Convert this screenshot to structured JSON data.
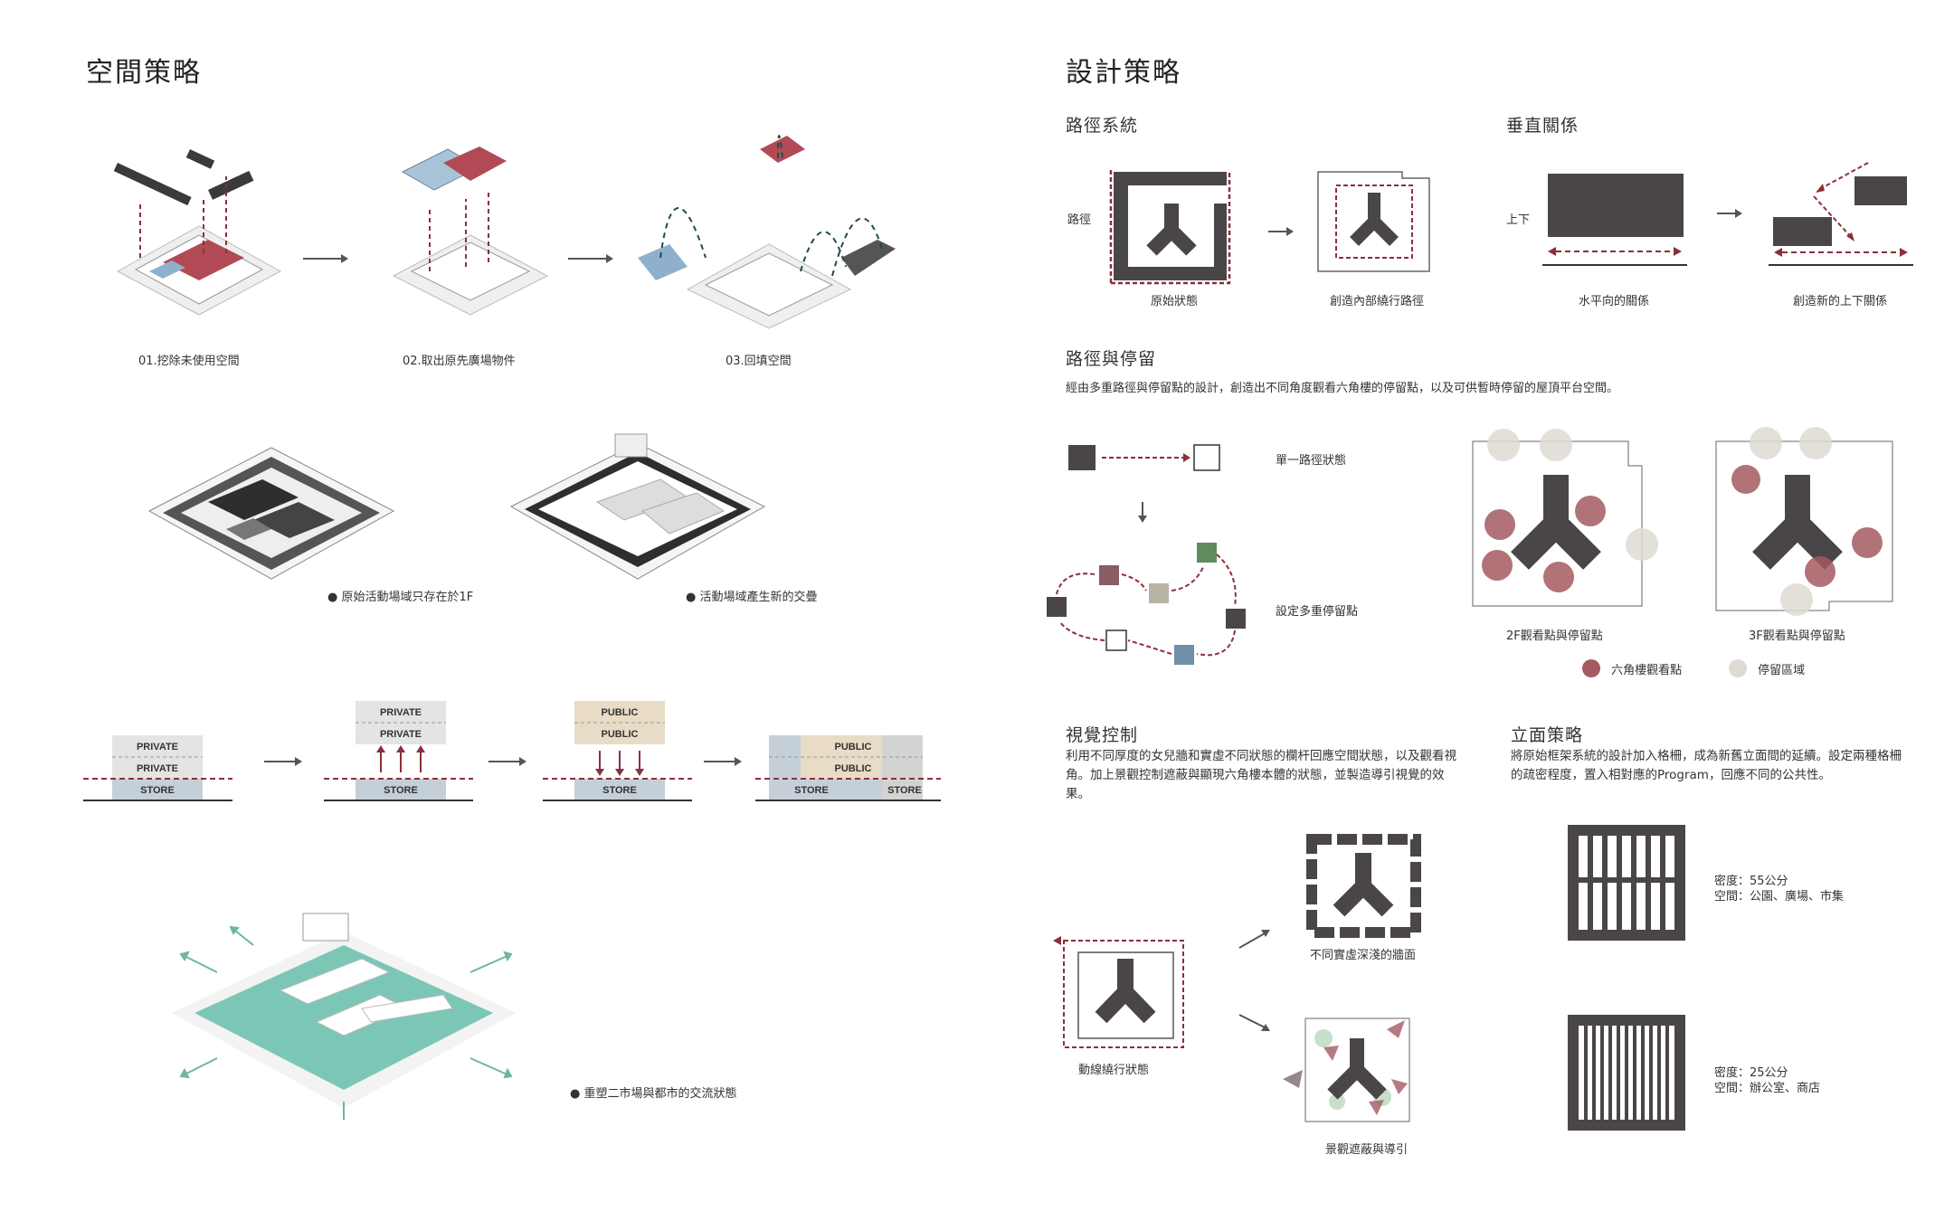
{
  "left": {
    "title": "空間策略",
    "steps": [
      "01.挖除未使用空間",
      "02.取出原先廣場物件",
      "03.回填空間"
    ],
    "bullets": [
      "原始活動場域只存在於1F",
      "活動場域產生新的交疊"
    ],
    "layers": {
      "private": "PRIVATE",
      "public": "PUBLIC",
      "store": "STORE"
    },
    "exchange_caption": "重塑二市場與都市的交流狀態"
  },
  "right": {
    "title": "設計策略",
    "path_system": {
      "heading": "路徑系統",
      "side_label": "路徑",
      "captions": [
        "原始狀態",
        "創造內部繞行路徑"
      ]
    },
    "vertical": {
      "heading": "垂直關係",
      "side_label": "上下",
      "captions": [
        "水平向的關係",
        "創造新的上下關係"
      ]
    },
    "path_stay": {
      "heading": "路徑與停留",
      "text": "經由多重路徑與停留點的設計，創造出不同角度觀看六角樓的停留點，以及可供暫時停留的屋頂平台空間。",
      "single_label": "單一路徑狀態",
      "multi_label": "設定多重停留點",
      "floor_captions": [
        "2F觀看點與停留點",
        "3F觀看點與停留點"
      ],
      "legend": [
        "六角樓觀看點",
        "停留區域"
      ]
    },
    "visual": {
      "heading": "視覺控制",
      "text": "利用不同厚度的女兒牆和實虛不同狀態的欄杆回應空間狀態，以及觀看視角。加上景觀控制遮蔽與顯現六角樓本體的狀態，並製造導引視覺的效果。",
      "captions": [
        "動線繞行狀態",
        "不同實虛深淺的牆面",
        "景觀遮蔽與導引"
      ]
    },
    "facade": {
      "heading": "立面策略",
      "text": "將原始框架系統的設計加入格柵，成為新舊立面間的延續。設定兩種格柵的疏密程度，置入相對應的Program，回應不同的公共性。",
      "grid1": {
        "density": "密度：55公分",
        "space": "空間：公園、廣場、市集"
      },
      "grid2": {
        "density": "密度：25公分",
        "space": "空間：辦公室、商店"
      }
    }
  },
  "colors": {
    "dark": "#4a4647",
    "red": "#8b2f3a",
    "maroon_dot": "#a35a60",
    "beige": "#e8dcc6",
    "blue": "#c5cfd8",
    "grey": "#e4e4e4",
    "teal": "#7cc6b6"
  }
}
